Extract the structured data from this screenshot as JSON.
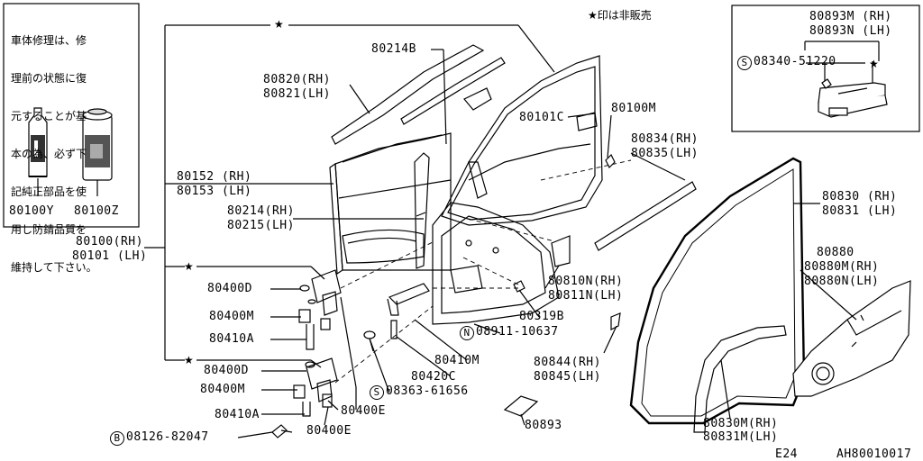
{
  "note_text": {
    "lines": [
      "車体修理は、修",
      "理前の状態に復",
      "元することが基",
      "本の為、必ず下",
      "記純正部品を使",
      "用し防錆品質を",
      "維持して下さい。"
    ]
  },
  "non_sale_note": "★印は非販売",
  "star_symbol": "★",
  "inset": {
    "part_rh": "80893M (RH)",
    "part_lh": "80893N (LH)",
    "screw_code": "S",
    "screw": "08340-51220"
  },
  "labels": {
    "p80100y": "80100Y",
    "p80100z": "80100Z",
    "p80214b": "80214B",
    "p80820": "80820(RH)",
    "p80821": "80821(LH)",
    "p80101c": "80101C",
    "p80100m": "80100M",
    "p80834": "80834(RH)",
    "p80835": "80835(LH)",
    "p80152": "80152 (RH)",
    "p80153": "80153 (LH)",
    "p80214": "80214(RH)",
    "p80215": "80215(LH)",
    "p80830": "80830 (RH)",
    "p80831": "80831 (LH)",
    "p80100rh": "80100(RH)",
    "p80101lh": "80101 (LH)",
    "p80880": "80880",
    "p80880m": "80880M(RH)",
    "p80880n": "80880N(LH)",
    "p80810n": "80810N(RH)",
    "p80811n": "80811N(LH)",
    "p80400d_1": "80400D",
    "p80400m_1": "80400M",
    "p80410a_1": "80410A",
    "p80319b": "80319B",
    "n_code": "N",
    "n_part": "08911-10637",
    "p80410m": "80410M",
    "p80420c": "80420C",
    "p80844": "80844(RH)",
    "p80845": "80845(LH)",
    "s_code": "S",
    "s_part": "08363-61656",
    "p80400d_2": "80400D",
    "p80400m_2": "80400M",
    "p80400e_1": "80400E",
    "p80410a_2": "80410A",
    "p80893": "80893",
    "p80830m": "80830M(RH)",
    "p80831m": "80831M(LH)",
    "b_code": "B",
    "b_part": "08126-82047",
    "p80400e_2": "80400E",
    "page_code": "E24",
    "drawing_id": "AH80010017"
  }
}
